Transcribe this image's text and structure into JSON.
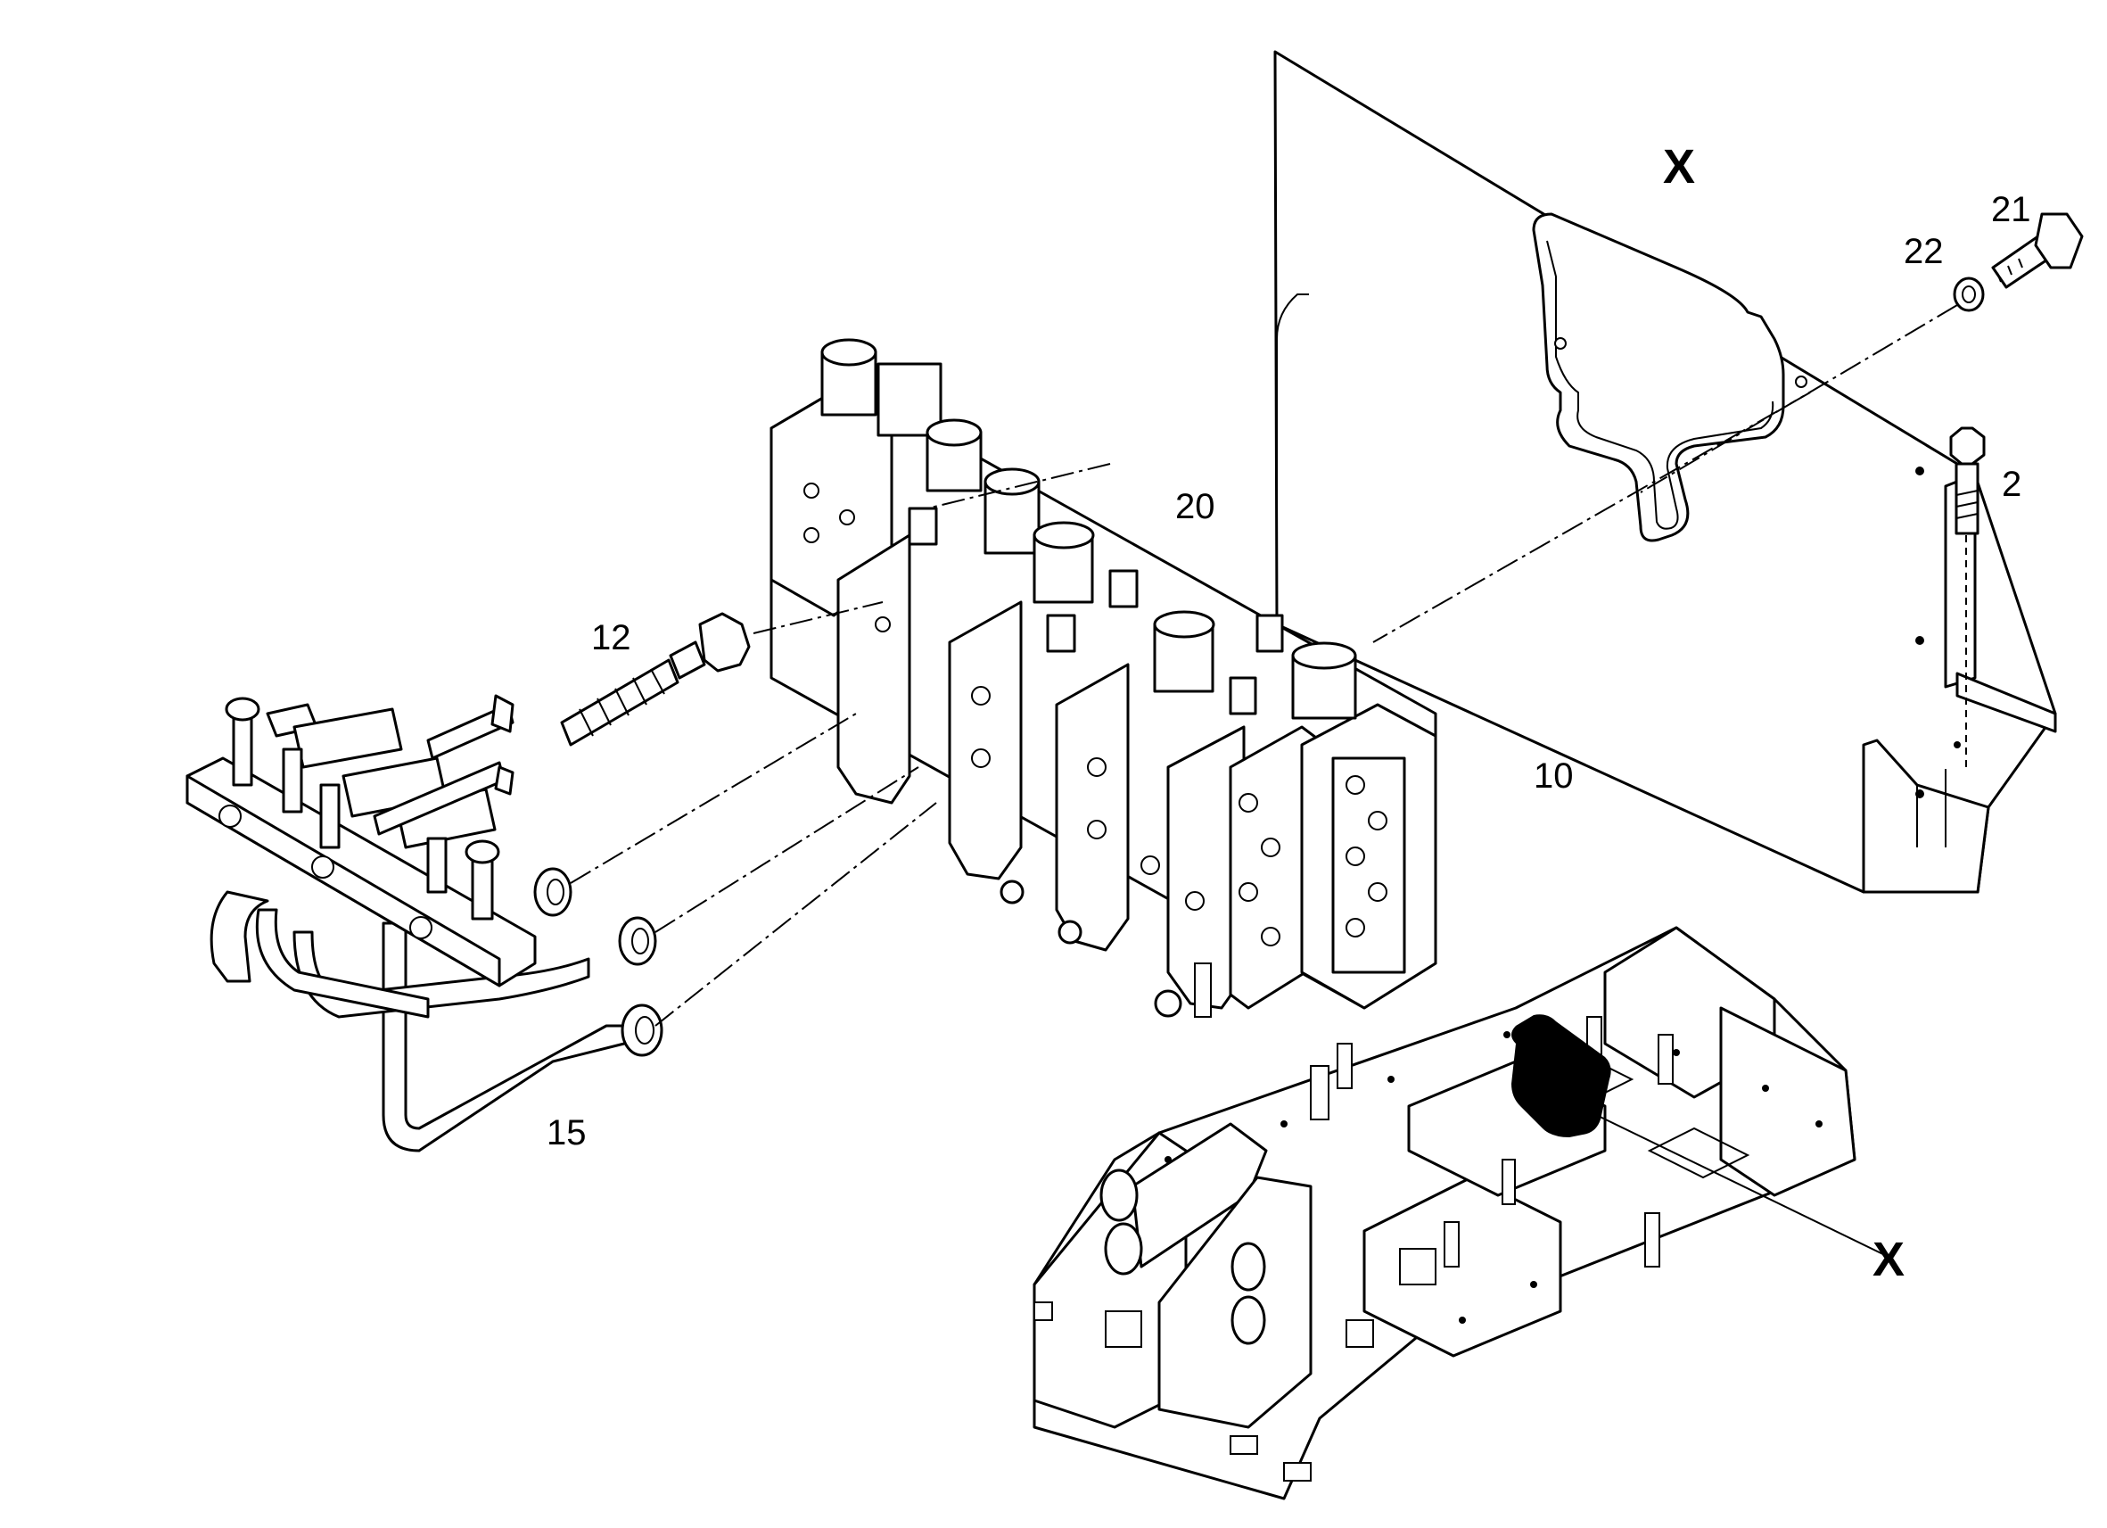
{
  "callouts": {
    "c2": "2",
    "c10": "10",
    "c12": "12",
    "c15": "15",
    "c20": "20",
    "c21": "21",
    "c22": "22",
    "x_detail": "X",
    "x_locator": "X"
  }
}
